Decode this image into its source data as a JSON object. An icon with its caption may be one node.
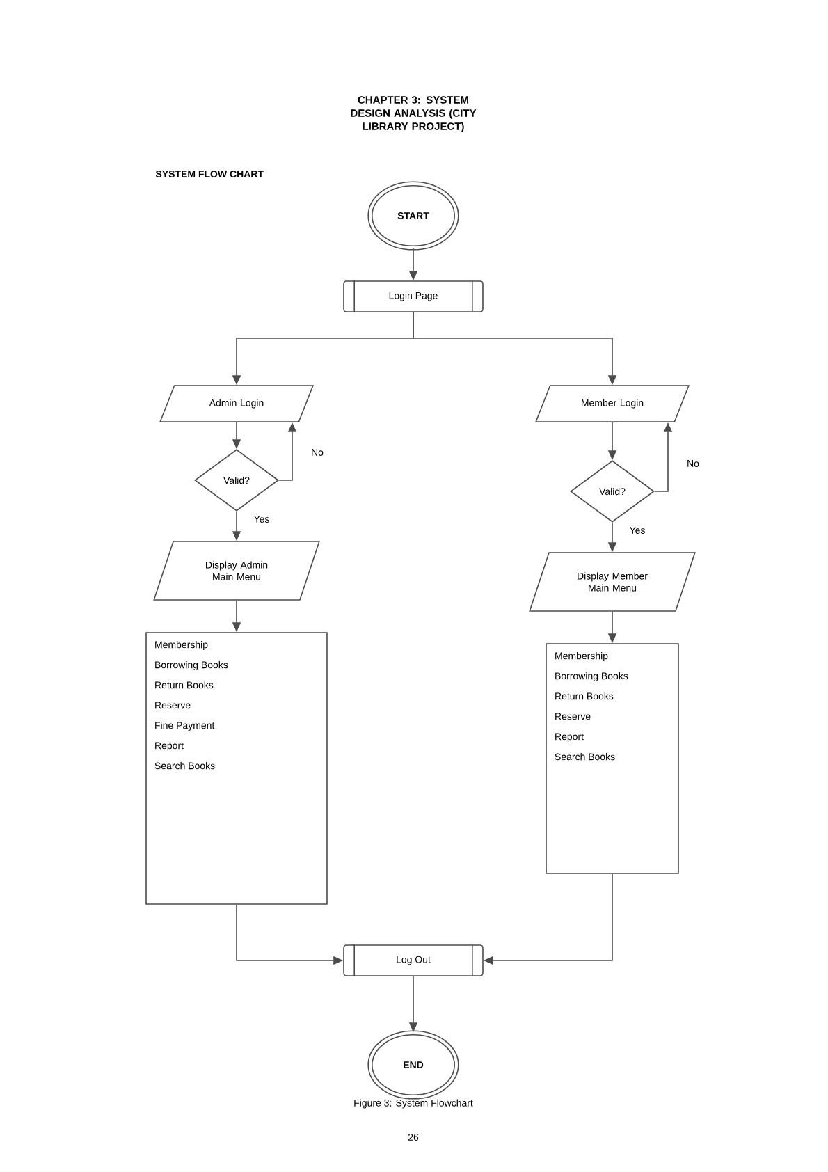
{
  "diagram": {
    "title": "CHAPTER 3: SYSTEM DESIGN ANALYSIS (CITY LIBRARY PROJECT)",
    "nodes": [
      {
        "text": [
          "START"
        ]
      },
      {
        "text": [
          "Login Page"
        ]
      },
      {
        "text": [
          "Admin Login"
        ]
      },
      {
        "text": [
          "Valid?"
        ]
      },
      {
        "text": [
          "Display Admin Main Menu"
        ]
      },
      {
        "text": [
          "Membership",
          "Borrowing Books",
          "Return Books",
          "Reserve",
          "Fine Payment",
          "Report",
          "Search Books"
        ]
      },
      {
        "text": [
          "Member Login"
        ]
      },
      {
        "text": [
          "Valid?"
        ]
      },
      {
        "text": [
          "Display Member Main Menu"
        ]
      },
      {
        "text": [
          "Membership",
          "Borrowing Books",
          "Return Books",
          "Reserve",
          "Report",
          "Search Books"
        ]
      },
      {
        "text": [
          "Log Out"
        ]
      },
      {
        "text": [
          "END"
        ]
      }
    ],
    "edges": [
      {
        "from": 0,
        "to": 1,
        "arrow": "to"
      },
      {
        "from": 1,
        "to": 2,
        "arrow": "to"
      },
      {
        "from": 1,
        "to": 6,
        "arrow": "to"
      },
      {
        "from": 2,
        "to": 3,
        "arrow": "to"
      },
      {
        "from": 3,
        "to": 2,
        "arrow": "to",
        "label": "No"
      },
      {
        "from": 3,
        "to": 4,
        "arrow": "to",
        "label": "Yes"
      },
      {
        "from": 4,
        "to": 5,
        "arrow": "to"
      },
      {
        "from": 6,
        "to": 7,
        "arrow": "to"
      },
      {
        "from": 7,
        "to": 6,
        "arrow": "to",
        "label": "No"
      },
      {
        "from": 7,
        "to": 8,
        "arrow": "to",
        "label": "Yes"
      },
      {
        "from": 8,
        "to": 9,
        "arrow": "to"
      },
      {
        "from": 5,
        "to": 10,
        "arrow": "to"
      },
      {
        "from": 9,
        "to": 10,
        "arrow": "to"
      },
      {
        "from": 10,
        "to": 11,
        "arrow": "to"
      }
    ],
    "labels": [
      "SYSTEM FLOW CHART",
      "26"
    ],
    "caption": "Figure 3: System Flowchart"
  }
}
